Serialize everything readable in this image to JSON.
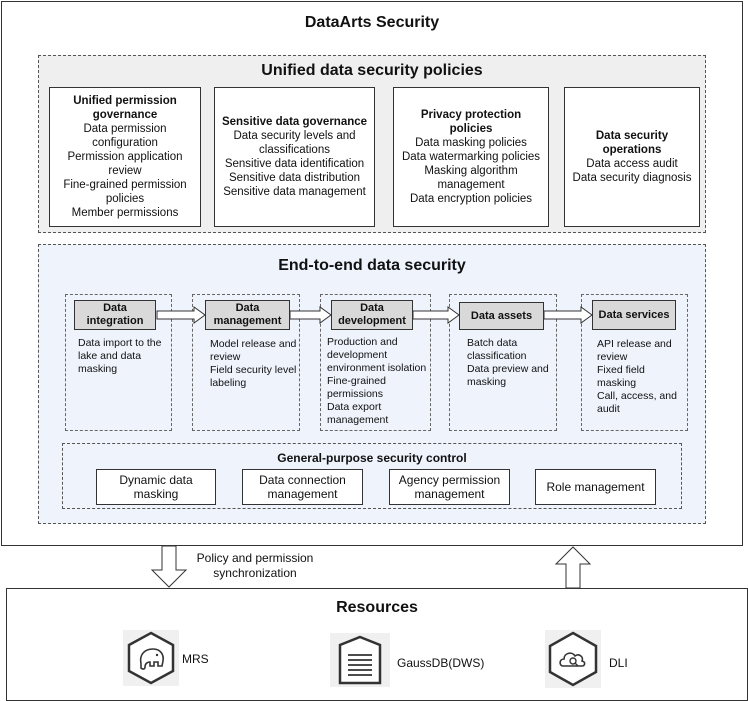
{
  "title": "DataArts Security",
  "unified": {
    "title": "Unified data security policies",
    "boxes": [
      {
        "title": "Unified permission governance",
        "items": [
          "Data permission configuration",
          "Permission application review",
          "Fine-grained permission policies",
          "Member permissions"
        ]
      },
      {
        "title": "Sensitive data governance",
        "items": [
          "Data security levels and classifications",
          "Sensitive data identification",
          "Sensitive data distribution",
          "Sensitive data management"
        ]
      },
      {
        "title": "Privacy protection policies",
        "items": [
          "Data masking policies",
          "Data watermarking policies",
          "Masking algorithm management",
          "Data encryption policies"
        ]
      },
      {
        "title": "Data security operations",
        "items": [
          "Data access audit",
          "Data security diagnosis"
        ]
      }
    ]
  },
  "e2e": {
    "title": "End-to-end data security",
    "stages": [
      {
        "title": "Data integration",
        "items": [
          "Data import to the lake and data masking"
        ]
      },
      {
        "title": "Data management",
        "items": [
          "Model release and review",
          "Field security level labeling"
        ]
      },
      {
        "title": "Data development",
        "items": [
          "Production and development environment isolation",
          "Fine-grained permissions",
          "Data export management"
        ]
      },
      {
        "title": "Data assets",
        "items": [
          "Batch data classification",
          "Data preview and masking"
        ]
      },
      {
        "title": "Data services",
        "items": [
          "API release and review",
          "Fixed field masking",
          "Call, access, and audit"
        ]
      }
    ]
  },
  "general": {
    "title": "General-purpose security control",
    "items": [
      "Dynamic data masking",
      "Data connection management",
      "Agency permission management",
      "Role management"
    ]
  },
  "sync_label": "Policy and permission synchronization",
  "resources": {
    "title": "Resources",
    "items": [
      {
        "label": "MRS",
        "icon": "elephant-icon"
      },
      {
        "label": "GaussDB(DWS)",
        "icon": "database-icon"
      },
      {
        "label": "DLI",
        "icon": "cloud-search-icon"
      }
    ]
  }
}
